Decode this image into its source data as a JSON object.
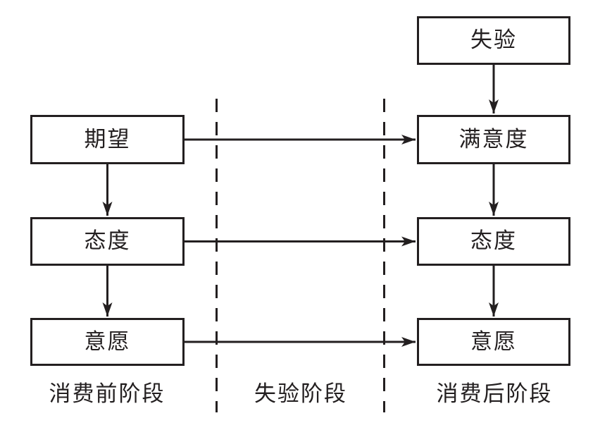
{
  "diagram": {
    "title": "expectation-disconfirmation-model",
    "colors": {
      "line": "#231f20",
      "text": "#231f20",
      "background": "#ffffff"
    },
    "boxes": [
      {
        "id": "disconfirmation",
        "label": "失验",
        "column": "post-consumption"
      },
      {
        "id": "expectation",
        "label": "期望",
        "column": "pre-consumption"
      },
      {
        "id": "satisfaction",
        "label": "满意度",
        "column": "post-consumption"
      },
      {
        "id": "attitude_pre",
        "label": "态度",
        "column": "pre-consumption"
      },
      {
        "id": "attitude_post",
        "label": "态度",
        "column": "post-consumption"
      },
      {
        "id": "intention_pre",
        "label": "意愿",
        "column": "pre-consumption"
      },
      {
        "id": "intention_post",
        "label": "意愿",
        "column": "post-consumption"
      }
    ],
    "stages": [
      {
        "id": "pre_consumption",
        "label": "消费前阶段"
      },
      {
        "id": "disconfirmation_stage",
        "label": "失验阶段"
      },
      {
        "id": "post_consumption",
        "label": "消费后阶段"
      }
    ],
    "edges": [
      {
        "from": "disconfirmation",
        "to": "satisfaction",
        "style": "solid-arrow"
      },
      {
        "from": "expectation",
        "to": "satisfaction",
        "style": "solid-arrow"
      },
      {
        "from": "expectation",
        "to": "attitude_pre",
        "style": "solid-arrow"
      },
      {
        "from": "attitude_pre",
        "to": "attitude_post",
        "style": "solid-arrow"
      },
      {
        "from": "attitude_pre",
        "to": "intention_pre",
        "style": "solid-arrow"
      },
      {
        "from": "satisfaction",
        "to": "attitude_post",
        "style": "solid-arrow"
      },
      {
        "from": "attitude_post",
        "to": "intention_post",
        "style": "solid-arrow"
      },
      {
        "from": "intention_pre",
        "to": "intention_post",
        "style": "solid-arrow"
      }
    ],
    "separators": [
      {
        "id": "divider_left",
        "style": "dashed-vertical"
      },
      {
        "id": "divider_right",
        "style": "dashed-vertical"
      }
    ]
  }
}
